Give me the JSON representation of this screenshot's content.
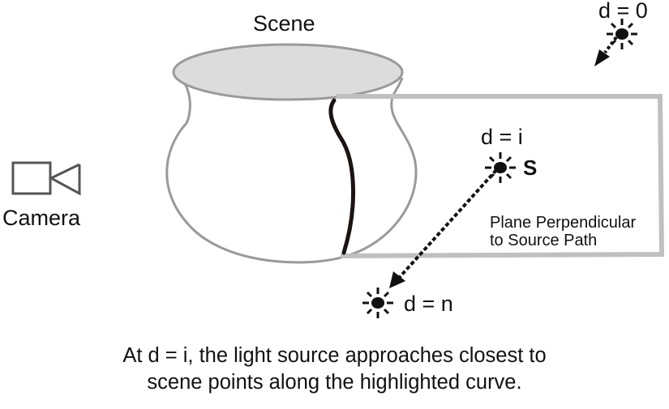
{
  "labels": {
    "scene": "Scene",
    "camera": "Camera",
    "d_zero": "d = 0",
    "d_i": "d = i",
    "source": "S",
    "d_n": "d = n",
    "plane": [
      "Plane Perpendicular",
      "to Source Path"
    ]
  },
  "caption": {
    "line1": "At d = i, the light source approaches closest to",
    "line2": "scene points along the highlighted curve."
  },
  "icons": {
    "light_sources": [
      "light-source-d0",
      "light-source-di",
      "light-source-dn"
    ],
    "camera": "camera-icon"
  },
  "colors": {
    "outline": "#9a9a9a",
    "vase_rim_fill": "#dcdcdc",
    "plane_border": "#c0c0c0",
    "highlight_curve": "#1a1412",
    "path": "#111111"
  }
}
